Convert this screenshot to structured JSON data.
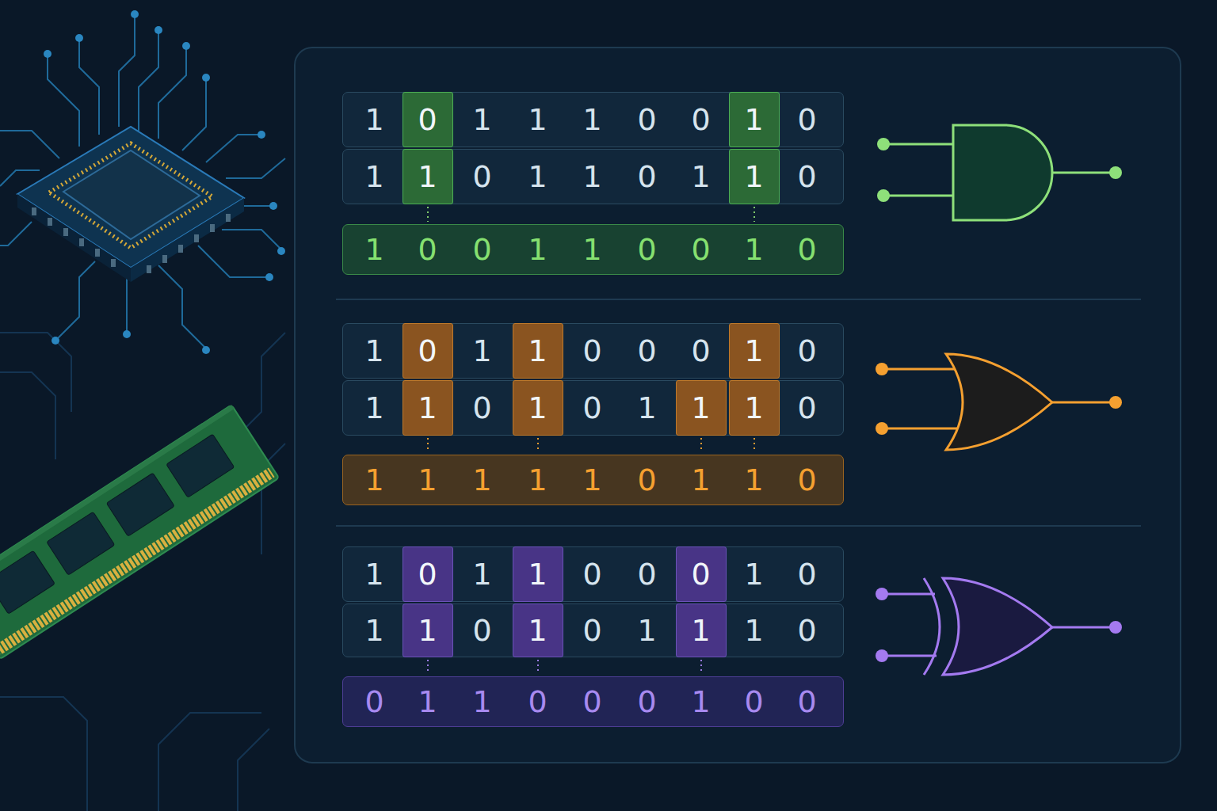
{
  "diagram": {
    "nodes": [
      {
        "text": [
          "1",
          "0",
          "1",
          "1",
          "1",
          "0",
          "0",
          "1",
          "0"
        ]
      },
      {
        "text": [
          "1",
          "1",
          "0",
          "1",
          "1",
          "0",
          "1",
          "1",
          "0"
        ]
      },
      {
        "text": [
          "1",
          "0",
          "0",
          "1",
          "1",
          "0",
          "0",
          "1",
          "0"
        ]
      },
      {
        "text": [
          "1",
          "0",
          "1",
          "1",
          "0",
          "0",
          "0",
          "1",
          "0"
        ]
      },
      {
        "text": [
          "1",
          "1",
          "0",
          "1",
          "0",
          "1",
          "1",
          "1",
          "0"
        ]
      },
      {
        "text": [
          "1",
          "1",
          "1",
          "1",
          "1",
          "0",
          "1",
          "1",
          "0"
        ]
      },
      {
        "text": [
          "1",
          "0",
          "1",
          "1",
          "0",
          "0",
          "0",
          "1",
          "0"
        ]
      },
      {
        "text": [
          "1",
          "1",
          "0",
          "1",
          "0",
          "1",
          "1",
          "1",
          "0"
        ]
      },
      {
        "text": [
          "0",
          "1",
          "1",
          "0",
          "0",
          "0",
          "1",
          "0",
          "0"
        ]
      }
    ],
    "edges": [
      {
        "from": 1,
        "to": 2,
        "arrow": "none"
      },
      {
        "from": 1,
        "to": 2,
        "arrow": "none"
      },
      {
        "from": 4,
        "to": 5,
        "arrow": "none"
      },
      {
        "from": 4,
        "to": 5,
        "arrow": "none"
      },
      {
        "from": 4,
        "to": 5,
        "arrow": "none"
      },
      {
        "from": 4,
        "to": 5,
        "arrow": "none"
      },
      {
        "from": 7,
        "to": 8,
        "arrow": "none"
      },
      {
        "from": 7,
        "to": 8,
        "arrow": "none"
      },
      {
        "from": 7,
        "to": 8,
        "arrow": "none"
      }
    ]
  }
}
